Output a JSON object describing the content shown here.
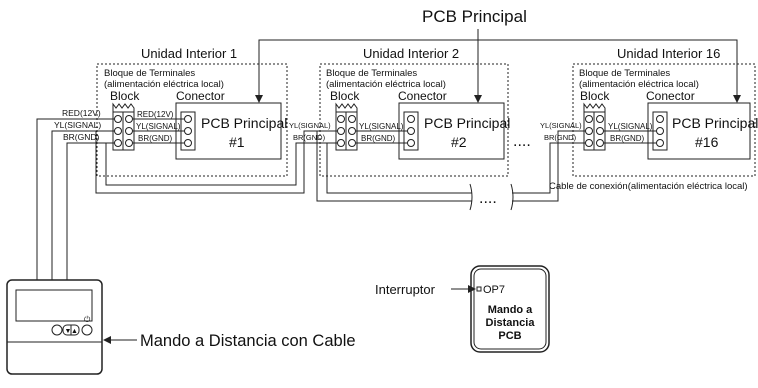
{
  "diagram": {
    "top_label": "PCB Principal",
    "units": [
      {
        "title": "Unidad Interior 1",
        "block_title_line1": "Bloque de Terminales",
        "block_title_line2": "(alimentación eléctrica local)",
        "block_label": "Block",
        "connector_label": "Conector",
        "pcb_line1": "PCB Principal",
        "pcb_line2": "#1",
        "in_red": "RED(12V)",
        "in_yl": "YL(SIGNAL)",
        "in_br": "BR(GND)",
        "out_red": "RED(12V)",
        "out_yl": "YL(SIGNAL)",
        "out_br": "BR(GND)"
      },
      {
        "title": "Unidad Interior 2",
        "block_title_line1": "Bloque de Terminales",
        "block_title_line2": "(alimentación eléctrica local)",
        "block_label": "Block",
        "connector_label": "Conector",
        "pcb_line1": "PCB Principal",
        "pcb_line2": "#2",
        "in_yl": "YL(SIGNAL)",
        "in_br": "BR(GND)",
        "out_yl": "YL(SIGNAL)",
        "out_br": "BR(GND)"
      },
      {
        "title": "Unidad Interior 16",
        "block_title_line1": "Bloque de Terminales",
        "block_title_line2": "(alimentación eléctrica local)",
        "block_label": "Block",
        "connector_label": "Conector",
        "pcb_line1": "PCB Principal",
        "pcb_line2": "#16",
        "in_yl": "YL(SIGNAL)",
        "in_br": "BR(GND)",
        "out_yl": "YL(SIGNAL)",
        "out_br": "BR(GND)"
      }
    ],
    "ellipsis_mid": "....",
    "ellipsis_bottom": "....",
    "cable_label": "Cable de conexión(alimentación eléctrica local)",
    "switch_label": "Interruptor",
    "op_label": "OP7",
    "pcb_remote_line1": "Mando a",
    "pcb_remote_line2": "Distancia",
    "pcb_remote_line3": "PCB",
    "remote_label": "Mando a Distancia con Cable"
  }
}
